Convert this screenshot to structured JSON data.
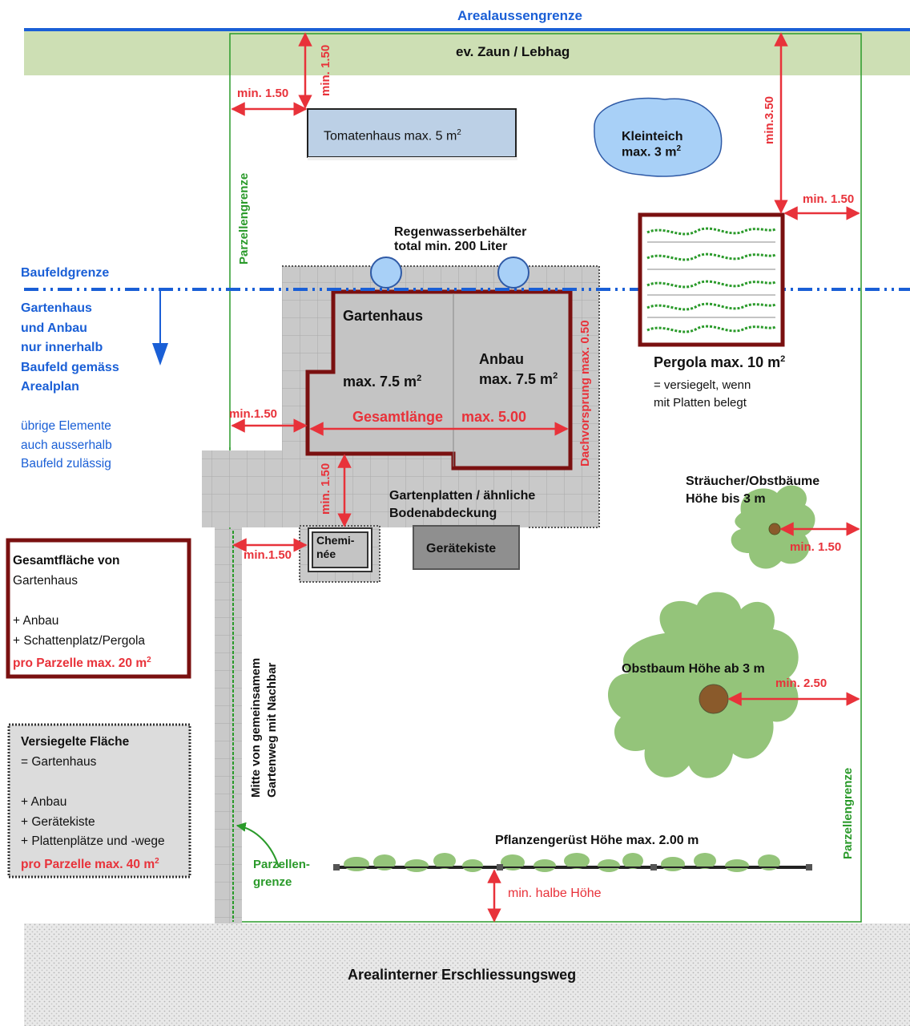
{
  "colors": {
    "boundary_blue": "#1a5fd6",
    "hedge_green": "#cddfb4",
    "parcel_line_green": "#2a9a2a",
    "dim_red": "#e8323a",
    "house_border": "#7a1010",
    "slab_gray": "#c8c8c8",
    "tree_green": "#94c47a",
    "tree_trunk": "#8a5a2b"
  },
  "labels": {
    "areal_boundary": "Arealaussengrenze",
    "hedge": "ev. Zaun / Lebhag",
    "tomato_house": "Tomatenhaus max. 5 m",
    "pond_l1": "Kleinteich",
    "pond_l2": "max. 3 m",
    "parcel_left": "Parzellengrenze",
    "parcel_right": "Parzellengrenze",
    "rain_l1": "Regenwasserbehälter",
    "rain_l2": "total min. 200 Liter",
    "baufeld_title": "Baufeldgrenze",
    "baufeld_lines": [
      "Gartenhaus",
      "und Anbau",
      "nur innerhalb",
      "Baufeld gemäss",
      "Arealplan"
    ],
    "other_lines": [
      "übrige Elemente",
      "auch ausserhalb",
      "Baufeld zulässig"
    ],
    "gartenhaus": "Gartenhaus",
    "gartenhaus_area": "max. 7.5 m",
    "anbau": "Anbau",
    "anbau_area": "max. 7.5 m",
    "gesamtlaenge": "Gesamtlänge",
    "gesamtlaenge_val": "max. 5.00",
    "dachvorsprung": "Dachvorsprung max. 0.50",
    "pergola": "Pergola max. 10 m",
    "pergola_n1": "= versiegelt, wenn",
    "pergola_n2": "mit Platten belegt",
    "shrubs_l1": "Sträucher/Obstbäume",
    "shrubs_l2": "Höhe bis 3 m",
    "slabs_l1": "Gartenplatten / ähnliche",
    "slabs_l2": "Bodenabdeckung",
    "chem_l1": "Chemi-",
    "chem_l2": "née",
    "tool_box": "Gerätekiste",
    "fruit_tree": "Obstbaum Höhe ab 3 m",
    "path_l1": "Mitte von gemeinsamem",
    "path_l2": "Gartenweg mit Nachbar",
    "parcel_arrow_l1": "Parzellen-",
    "parcel_arrow_l2": "grenze",
    "trellis": "Pflanzengerüst Höhe max. 2.00 m",
    "trellis_dim": "min. halbe Höhe",
    "access_road": "Arealinterner Erschliessungsweg",
    "sup2": "2"
  },
  "dimensions": {
    "top_tomato": "min. 1.50",
    "left_tomato": "min. 1.50",
    "top_pergola": "min.3.50",
    "right_pergola": "min. 1.50",
    "left_house": "min.1.50",
    "house_to_chem": "min. 1.50",
    "chem_left": "min.1.50",
    "shrub_right": "min. 1.50",
    "tree_right": "min. 2.50"
  },
  "box_total": {
    "title": "Gesamtfläche von",
    "l1": "Gartenhaus",
    "l2": "+ Anbau",
    "l3": "+ Schattenplatz/Pergola",
    "limit": "pro Parzelle max. 20 m"
  },
  "box_sealed": {
    "title": "Versiegelte Fläche",
    "l1": "= Gartenhaus",
    "l2": "+ Anbau",
    "l3": "+ Gerätekiste",
    "l4": "+ Plattenplätze und -wege",
    "limit": "pro Parzelle max. 40 m"
  }
}
